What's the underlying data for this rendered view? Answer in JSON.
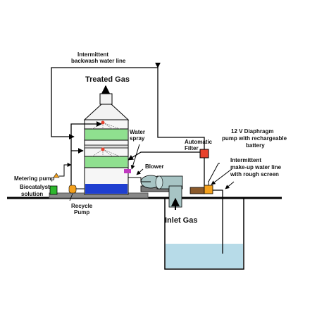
{
  "diagram": {
    "labels": {
      "backwash_line_1": "Intermittent",
      "backwash_line_2": "backwash water line",
      "treated_gas": "Treated Gas",
      "water_spray_1": "Water",
      "water_spray_2": "spray",
      "blower": "Blower",
      "automatic_filter_1": "Automatic",
      "automatic_filter_2": "Filter",
      "diaphragm_pump_1": "12 V Diaphragm",
      "diaphragm_pump_2": "pump with rechargeable",
      "diaphragm_pump_3": "battery",
      "makeup_line_1": "Intermittent",
      "makeup_line_2": "make-up water line",
      "makeup_line_3": "with rough screen",
      "metering_pump": "Metering pump",
      "biocatalyst_1": "Biocatalyst",
      "biocatalyst_2": "solution",
      "recycle_pump_1": "Recycle",
      "recycle_pump_2": "Pump",
      "inlet_gas": "Inlet Gas"
    },
    "colors": {
      "packing_green": "#8fe08f",
      "sump_blue": "#1f3fd0",
      "tank_water": "#b7dbe8",
      "pump_orange": "#f5a11c",
      "filter_red": "#e8412c",
      "blower_gray": "#a7c4c4",
      "biocatalyst_green": "#2eb82e"
    }
  }
}
